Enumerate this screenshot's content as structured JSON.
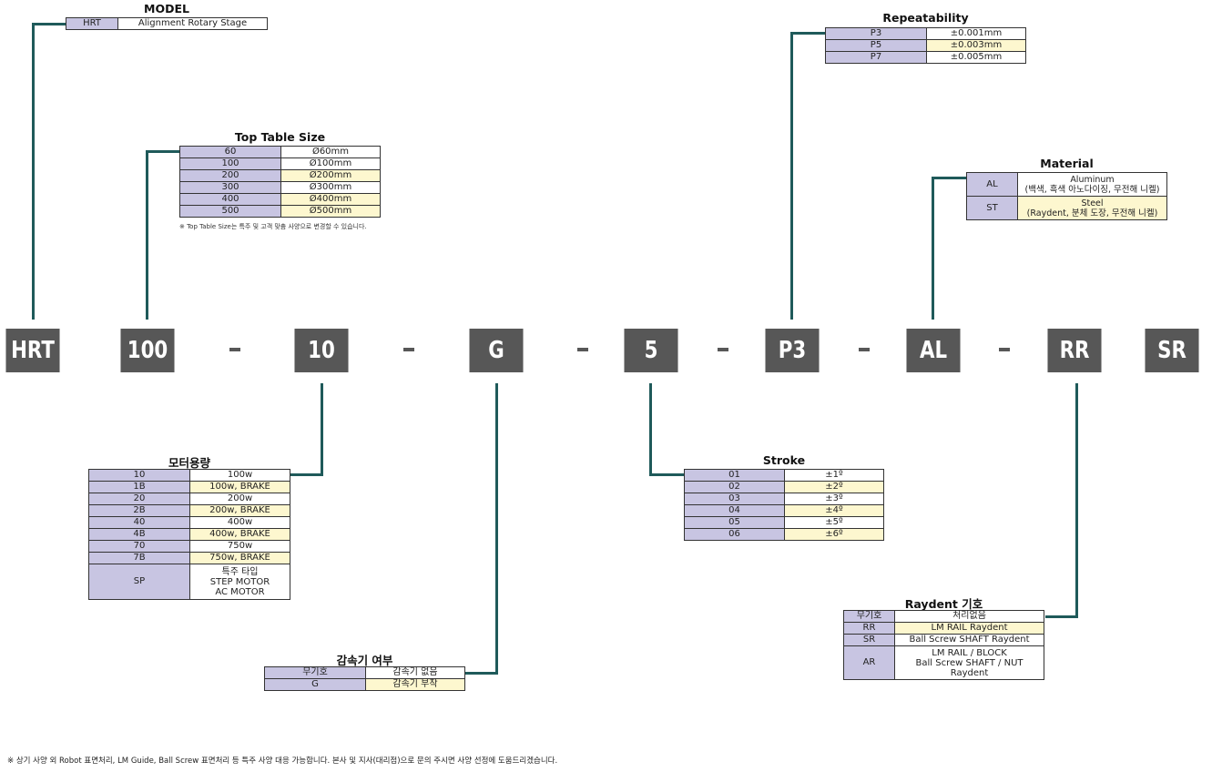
{
  "codes": [
    "HRT",
    "100",
    "10",
    "G",
    "5",
    "P3",
    "AL",
    "RR",
    "SR"
  ],
  "model": {
    "title": "MODEL",
    "rows": [
      {
        "key": "HRT",
        "val": "Alignment Rotary Stage"
      }
    ]
  },
  "top_table": {
    "title": "Top Table Size",
    "rows": [
      {
        "key": "60",
        "val": "Ø60mm"
      },
      {
        "key": "100",
        "val": "Ø100mm"
      },
      {
        "key": "200",
        "val": "Ø200mm"
      },
      {
        "key": "300",
        "val": "Ø300mm"
      },
      {
        "key": "400",
        "val": "Ø400mm"
      },
      {
        "key": "500",
        "val": "Ø500mm"
      }
    ],
    "note": "※ Top Table Size는 특주 및 고객 맞춤 사양으로 변경할 수 있습니다."
  },
  "motor": {
    "title": "모터용량",
    "rows": [
      {
        "key": "10",
        "val": "100w"
      },
      {
        "key": "1B",
        "val": "100w, BRAKE"
      },
      {
        "key": "20",
        "val": "200w"
      },
      {
        "key": "2B",
        "val": "200w, BRAKE"
      },
      {
        "key": "40",
        "val": "400w"
      },
      {
        "key": "4B",
        "val": "400w, BRAKE"
      },
      {
        "key": "70",
        "val": "750w"
      },
      {
        "key": "7B",
        "val": "750w, BRAKE"
      }
    ],
    "sp": {
      "key": "SP",
      "lines": [
        "특주 타입",
        "STEP MOTOR",
        "AC MOTOR"
      ]
    }
  },
  "reducer": {
    "title": "감속기 여부",
    "rows": [
      {
        "key": "무기호",
        "val": "감속기 없음"
      },
      {
        "key": "G",
        "val": "감속기 부착"
      }
    ]
  },
  "stroke": {
    "title": "Stroke",
    "rows": [
      {
        "key": "01",
        "val": "±1º"
      },
      {
        "key": "02",
        "val": "±2º"
      },
      {
        "key": "03",
        "val": "±3º"
      },
      {
        "key": "04",
        "val": "±4º"
      },
      {
        "key": "05",
        "val": "±5º"
      },
      {
        "key": "06",
        "val": "±6º"
      }
    ]
  },
  "repeat": {
    "title": "Repeatability",
    "rows": [
      {
        "key": "P3",
        "val": "±0.001mm"
      },
      {
        "key": "P5",
        "val": "±0.003mm"
      },
      {
        "key": "P7",
        "val": "±0.005mm"
      }
    ]
  },
  "material": {
    "title": "Material",
    "rows": [
      {
        "key": "AL",
        "line1": "Aluminum",
        "line2": "(백색, 흑색 아노다이징, 무전해 니켈)"
      },
      {
        "key": "ST",
        "line1": "Steel",
        "line2": "(Raydent, 분체 도장, 무전해 니켈)"
      }
    ]
  },
  "raydent": {
    "title": "Raydent 기호",
    "rows": [
      {
        "key": "무기호",
        "val": "처리없음"
      },
      {
        "key": "RR",
        "val": "LM RAIL Raydent"
      },
      {
        "key": "SR",
        "val": "Ball Screw SHAFT Raydent"
      }
    ],
    "ar": {
      "key": "AR",
      "lines": [
        "LM RAIL / BLOCK",
        "Ball Screw SHAFT / NUT",
        "Raydent"
      ]
    }
  },
  "footnote": "※ 상기 사양 외 Robot 표면처리, LM Guide, Ball Screw 표면처리 등 특주 사양 대응 가능합니다. 본사 및 지사(대리점)으로 문의 주시면 사양 선정에 도움드리겠습니다.",
  "colors": {
    "code_box": "#575757",
    "connector": "#1f5a5a",
    "key_cell": "#c8c5e2",
    "highlight_cell": "#fdf7cf"
  }
}
